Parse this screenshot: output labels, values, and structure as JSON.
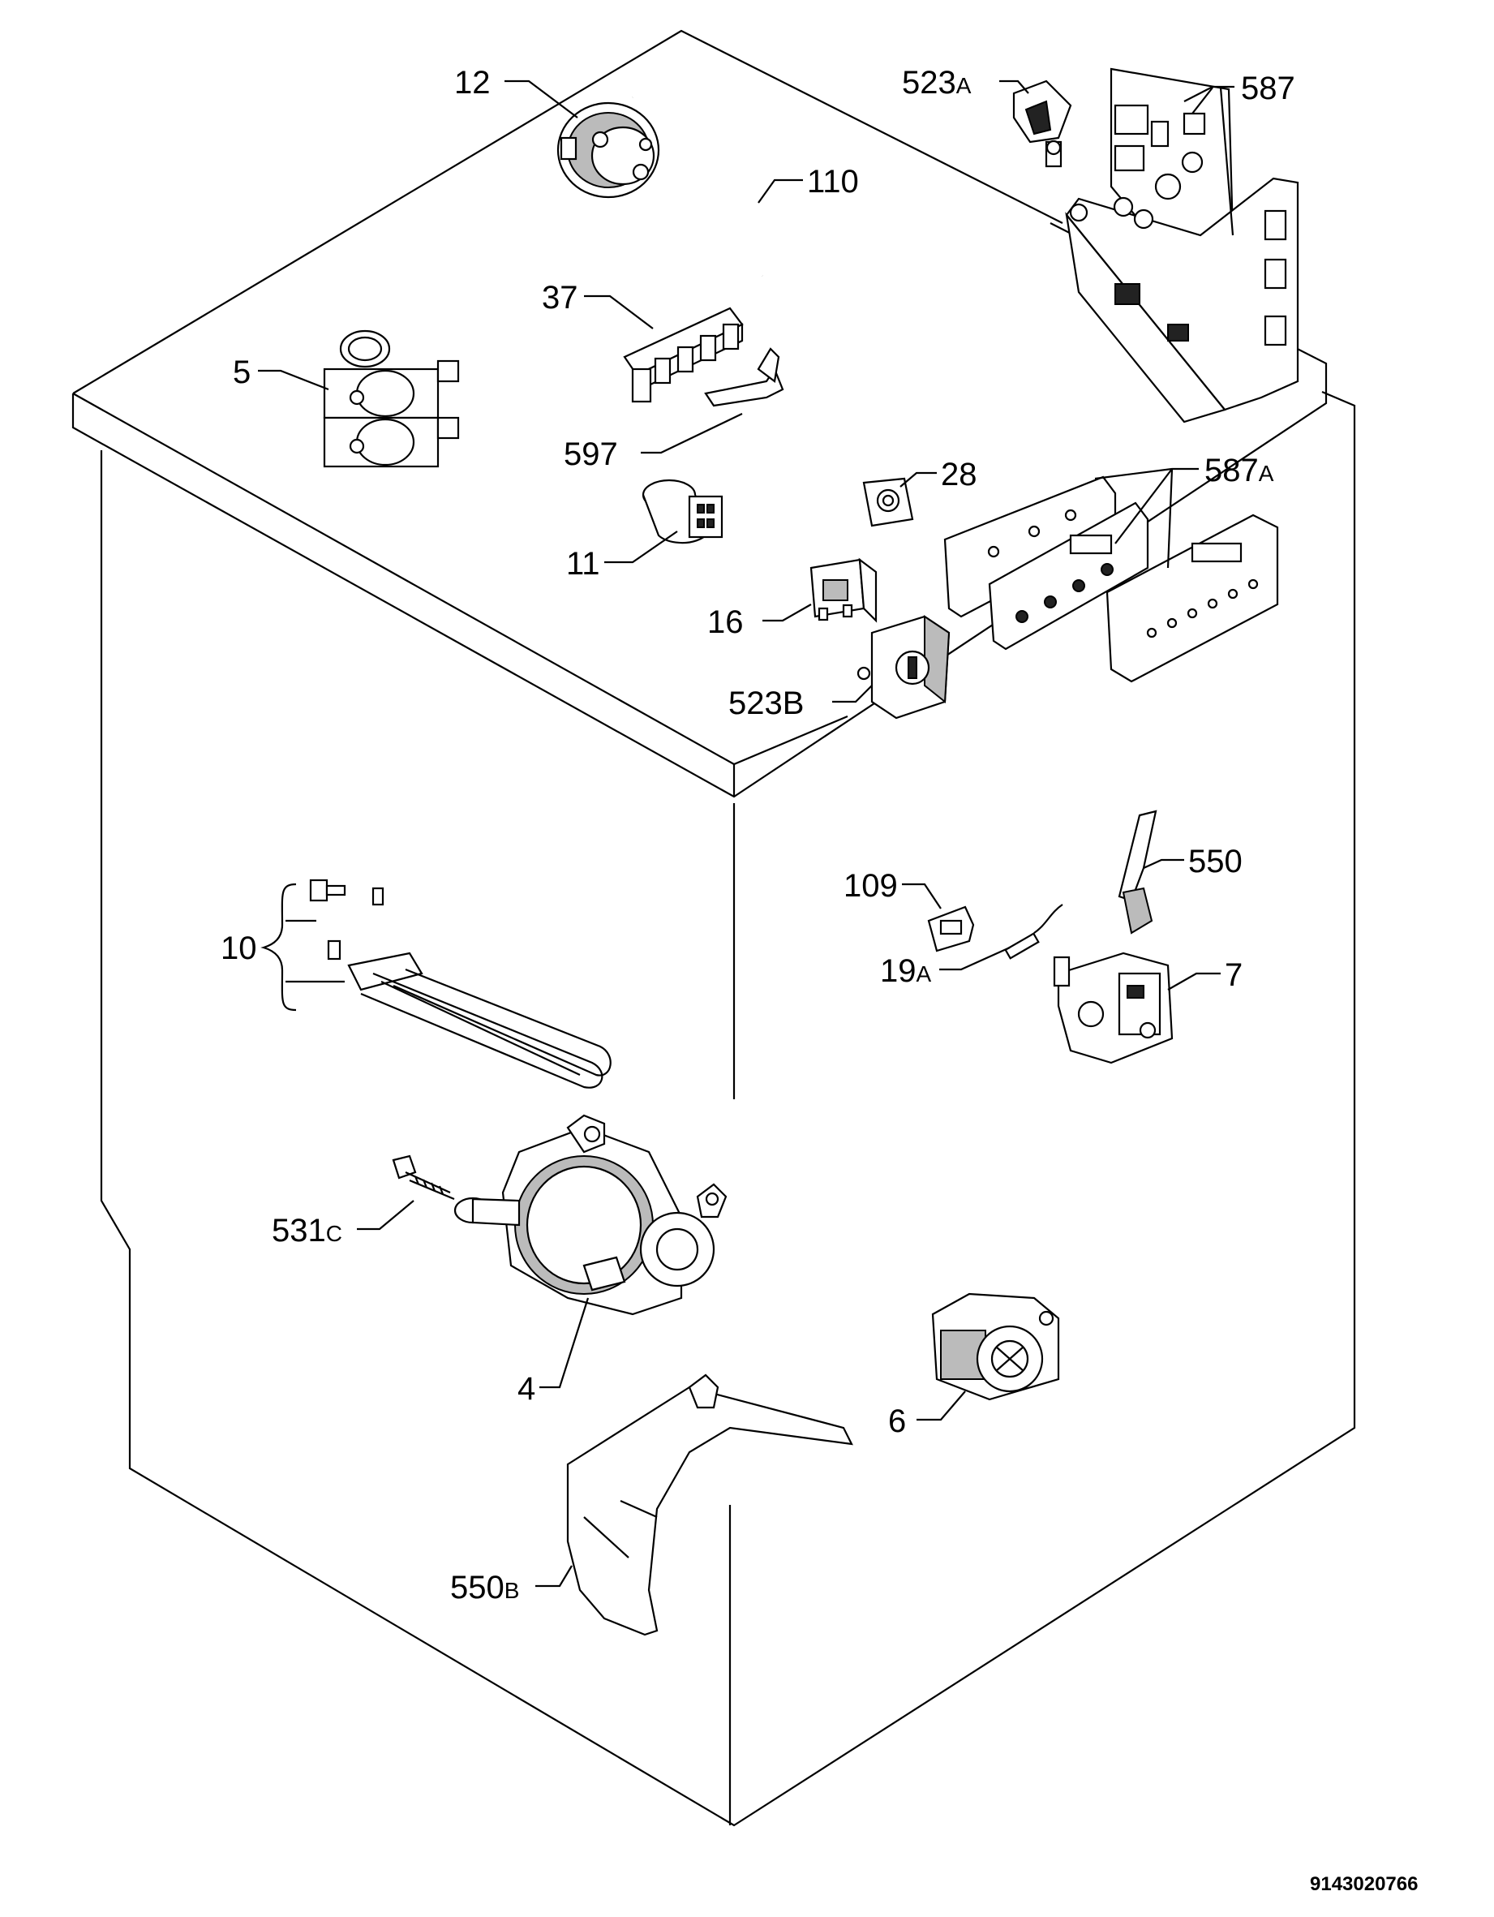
{
  "parts": [
    {
      "id": "p12",
      "num": "12",
      "suffix": ""
    },
    {
      "id": "p110",
      "num": "110",
      "suffix": ""
    },
    {
      "id": "p37",
      "num": "37",
      "suffix": ""
    },
    {
      "id": "p5",
      "num": "5",
      "suffix": ""
    },
    {
      "id": "p597",
      "num": "597",
      "suffix": ""
    },
    {
      "id": "p11",
      "num": "11",
      "suffix": ""
    },
    {
      "id": "p28",
      "num": "28",
      "suffix": ""
    },
    {
      "id": "p16",
      "num": "16",
      "suffix": ""
    },
    {
      "id": "p523a",
      "num": "523",
      "suffix": "A"
    },
    {
      "id": "p587",
      "num": "587",
      "suffix": ""
    },
    {
      "id": "p587a",
      "num": "587",
      "suffix": "A"
    },
    {
      "id": "p523b",
      "num": "523B",
      "suffix": ""
    },
    {
      "id": "p109",
      "num": "109",
      "suffix": ""
    },
    {
      "id": "p550",
      "num": "550",
      "suffix": ""
    },
    {
      "id": "p19a",
      "num": "19",
      "suffix": "A"
    },
    {
      "id": "p7",
      "num": "7",
      "suffix": ""
    },
    {
      "id": "p10",
      "num": "10",
      "suffix": ""
    },
    {
      "id": "p531c",
      "num": "531",
      "suffix": "C"
    },
    {
      "id": "p4",
      "num": "4",
      "suffix": ""
    },
    {
      "id": "p6",
      "num": "6",
      "suffix": ""
    },
    {
      "id": "p550b",
      "num": "550",
      "suffix": "B"
    }
  ],
  "drawing_code": "9143020766"
}
